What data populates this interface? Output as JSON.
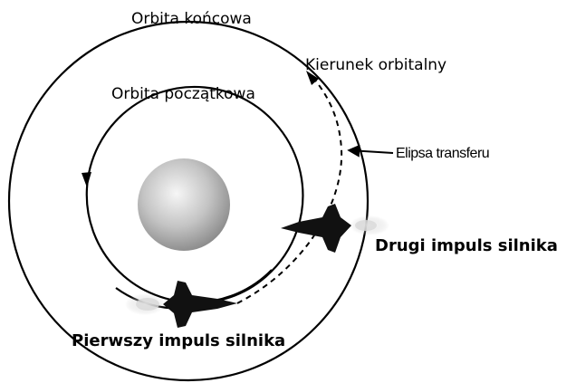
{
  "labels": {
    "final_orbit": "Orbita końcowa",
    "initial_orbit": "Orbita początkowa",
    "orbital_direction": "Kierunek orbitalny",
    "transfer_ellipse": "Elipsa transferu",
    "second_burn": "Drugi impuls silnika",
    "first_burn": "Pierwszy impuls silnika"
  },
  "colors": {
    "line": "#000000",
    "ship": "#111111",
    "exhaust": "#cfcfcf",
    "planet_light": "#f4f4f4",
    "planet_dark": "#8a8a8a"
  },
  "icons": {
    "planet": "planet-icon",
    "first_ship": "space-shuttle-icon",
    "second_ship": "space-shuttle-icon"
  }
}
